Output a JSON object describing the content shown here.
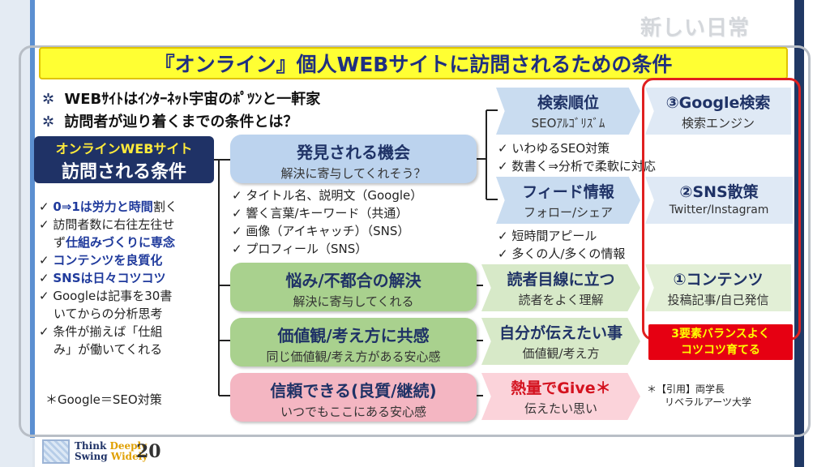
{
  "corner_title": "新しい日常",
  "banner_title": "『オンライン』個人WEBサイトに訪問されるための条件",
  "bullets": [
    {
      "mark": "✲",
      "text": "WEBｻｲﾄはｲﾝﾀｰﾈｯﾄ宇宙のﾎﾟﾂﾝと一軒家"
    },
    {
      "mark": "✲",
      "text": "訪問者が辿り着くまでの条件とは？"
    }
  ],
  "root": {
    "line1": "オンラインWEBサイト",
    "line2": "訪問される条件"
  },
  "left_list": [
    {
      "check": "✓",
      "parts": [
        {
          "t": "0⇒1は労力と時間",
          "b": true
        },
        {
          "t": "割く",
          "b": false
        }
      ]
    },
    {
      "check": "✓",
      "parts": [
        {
          "t": "訪問者数に右往左往せ",
          "b": false
        }
      ]
    },
    {
      "check": "",
      "parts": [
        {
          "t": "ず",
          "b": false
        },
        {
          "t": "仕組みづくりに専念",
          "b": true
        }
      ]
    },
    {
      "check": "✓",
      "parts": [
        {
          "t": "コンテンツを良質化",
          "b": true
        }
      ]
    },
    {
      "check": "✓",
      "parts": [
        {
          "t": "SNSは日々コツコツ",
          "b": true
        }
      ]
    },
    {
      "check": "✓",
      "parts": [
        {
          "t": "Googleは記事を30書",
          "b": false
        }
      ]
    },
    {
      "check": "",
      "parts": [
        {
          "t": "いてからの分析思考",
          "b": false
        }
      ]
    },
    {
      "check": "✓",
      "parts": [
        {
          "t": "条件が揃えば「仕組",
          "b": false
        }
      ]
    },
    {
      "check": "",
      "parts": [
        {
          "t": "み」が働いてくれる",
          "b": false
        }
      ]
    }
  ],
  "footnote": "＊Google＝SEO対策",
  "pills": [
    {
      "title": "発見される機会",
      "sub": "解決に寄与してくれそう？"
    },
    {
      "title": "悩み/不都合の解決",
      "sub": "解決に寄与してくれる"
    },
    {
      "title": "価値観/考え方に共感",
      "sub": "同じ価値観/考え方がある安心感"
    },
    {
      "title": "信頼できる(良質/継続)",
      "sub": "いつでもここにある安心感"
    }
  ],
  "discover_list": [
    "✓ タイトル名、説明文（Google）",
    "✓ 響く言葉/キーワード（共通）",
    "✓ 画像（アイキャッチ）（SNS）",
    "✓ プロフィール（SNS）"
  ],
  "chevrons": [
    {
      "title": "検索順位",
      "sub": "SEOｱﾙｺﾞﾘｽﾞﾑ"
    },
    {
      "title": "フィード情報",
      "sub": "フォロー/シェア"
    },
    {
      "title": "読者目線に立つ",
      "sub": "読者をよく理解"
    },
    {
      "title": "自分が伝えたい事",
      "sub": "価値観/考え方"
    },
    {
      "title": "熱量でGive＊",
      "sub": "伝えたい思い"
    }
  ],
  "seo_list": [
    "✓ いわゆるSEO対策",
    "✓ 数書く⇒分析で柔軟に対応"
  ],
  "feed_list": [
    "✓ 短時間アピール",
    "✓ 多くの人/多くの情報"
  ],
  "right_boxes": [
    {
      "title": "③Google検索",
      "sub": "検索エンジン"
    },
    {
      "title": "②SNS散策",
      "sub": "Twitter/Instagram"
    },
    {
      "title": "①コンテンツ",
      "sub": "投稿記事/自己発信"
    }
  ],
  "red_box": {
    "line1": "3要素バランスよく",
    "line2": "コツコツ育てる"
  },
  "citation": {
    "line1": "＊【引用】両学長",
    "line2": "リベラルアーツ大学"
  },
  "footer": {
    "line1a": "Think ",
    "line1b": "Deeply",
    "line2a": "Swing ",
    "line2b": "Widely",
    "page": "20"
  },
  "colors": {
    "navy": "#1f3266",
    "banner": "#ffff33",
    "red": "#e60012",
    "accent_blue": "#5b8fd1"
  }
}
